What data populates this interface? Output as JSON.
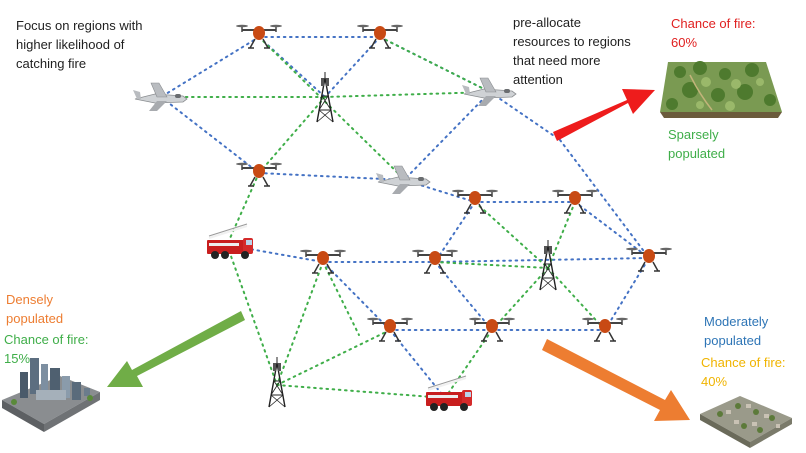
{
  "annotations": {
    "focus_note": "Focus on regions with\nhigher likelihood of\ncatching fire",
    "preallocate_note": "pre-allocate\nresources to regions\nthat need more\nattention"
  },
  "regions": {
    "forest": {
      "chance_label": "Chance of fire:",
      "chance_value": "60%",
      "population": "Sparsely\npopulated",
      "arrow_color": "#ee1c1c"
    },
    "city": {
      "population": "Densely\npopulated",
      "chance_label": "Chance of fire:",
      "chance_value": "15%",
      "arrow_color": "#70ad47"
    },
    "village": {
      "population": "Moderately\npopulated",
      "chance_label": "Chance of fire:",
      "chance_value": "40%",
      "arrow_color": "#ed7d31"
    }
  },
  "colors": {
    "link_blue": "#4472c4",
    "link_green": "#3fae49",
    "text_red": "#e02020",
    "text_green": "#3fae49",
    "text_orange": "#ed7d31",
    "text_blue": "#2e75b6",
    "text_gold": "#f0b400"
  }
}
